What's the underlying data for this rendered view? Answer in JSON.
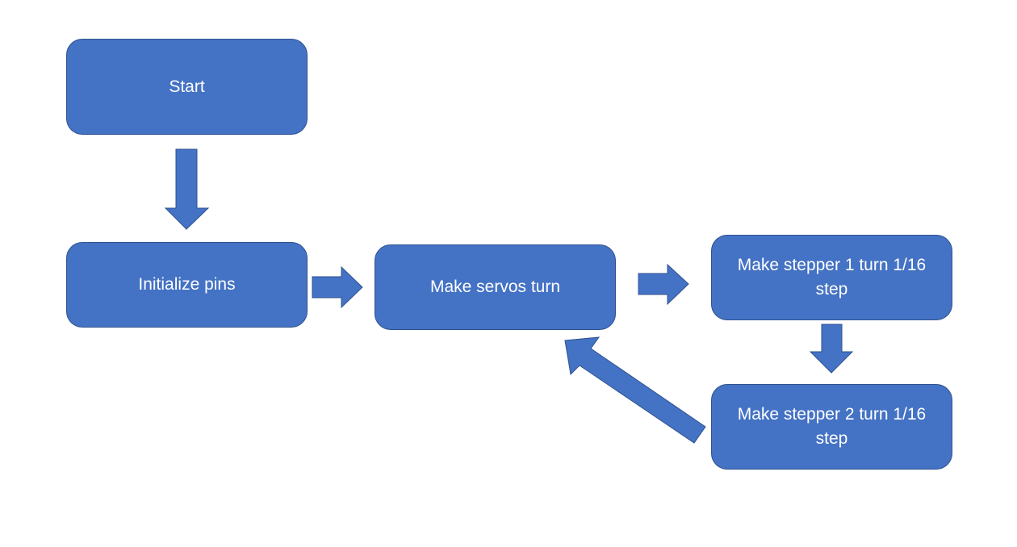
{
  "diagram": {
    "nodes": [
      {
        "id": "start",
        "label": "Start"
      },
      {
        "id": "init",
        "label": "Initialize pins"
      },
      {
        "id": "servos",
        "label": "Make servos turn"
      },
      {
        "id": "step1",
        "label": "Make stepper 1 turn 1/16 step"
      },
      {
        "id": "step2",
        "label": "Make stepper 2 turn 1/16 step"
      }
    ],
    "edges": [
      {
        "from": "start",
        "to": "init"
      },
      {
        "from": "init",
        "to": "servos"
      },
      {
        "from": "servos",
        "to": "step1"
      },
      {
        "from": "step1",
        "to": "step2"
      },
      {
        "from": "step2",
        "to": "servos"
      }
    ],
    "colors": {
      "fill": "#4472c4",
      "border": "#2f528f",
      "text": "#ffffff"
    }
  }
}
